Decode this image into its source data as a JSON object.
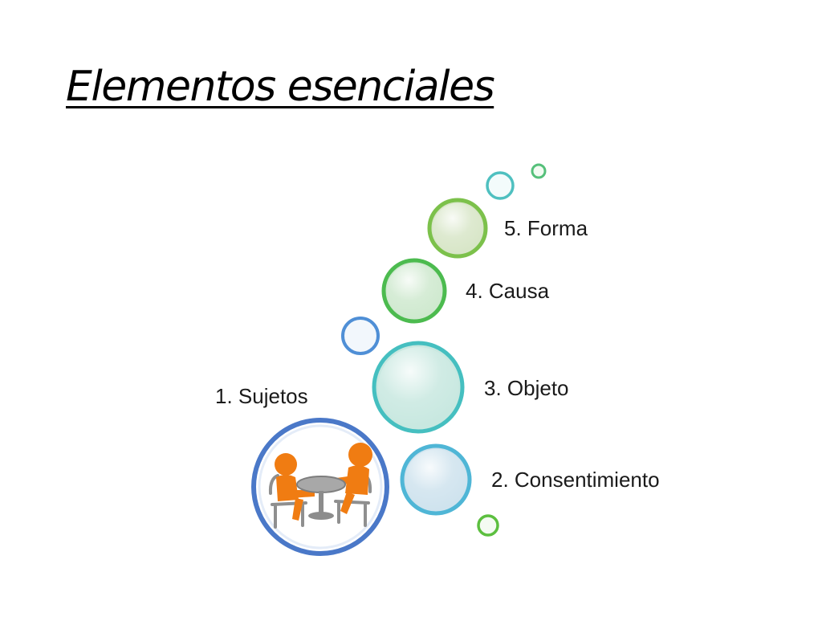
{
  "slide": {
    "title": "Elementos esenciales"
  },
  "elements": [
    {
      "label": "1. Sujetos",
      "ring_color": "#4a78c8",
      "fill_color": "#ffffff",
      "icon": "meeting-table-people-icon"
    },
    {
      "label": "2. Consentimiento",
      "ring_color": "#4fb6d6",
      "fill_color": "#cfe3ee"
    },
    {
      "label": "3. Objeto",
      "ring_color": "#45bfc0",
      "fill_color": "#c8e8e0"
    },
    {
      "label": "4. Causa",
      "ring_color": "#4cbb4f",
      "fill_color": "#cfe9cf"
    },
    {
      "label": "5. Forma",
      "ring_color": "#7cc14b",
      "fill_color": "#d8e6c8"
    }
  ],
  "colors": {
    "figure_orange": "#f07c12",
    "furniture_gray": "#9a9a9a"
  }
}
